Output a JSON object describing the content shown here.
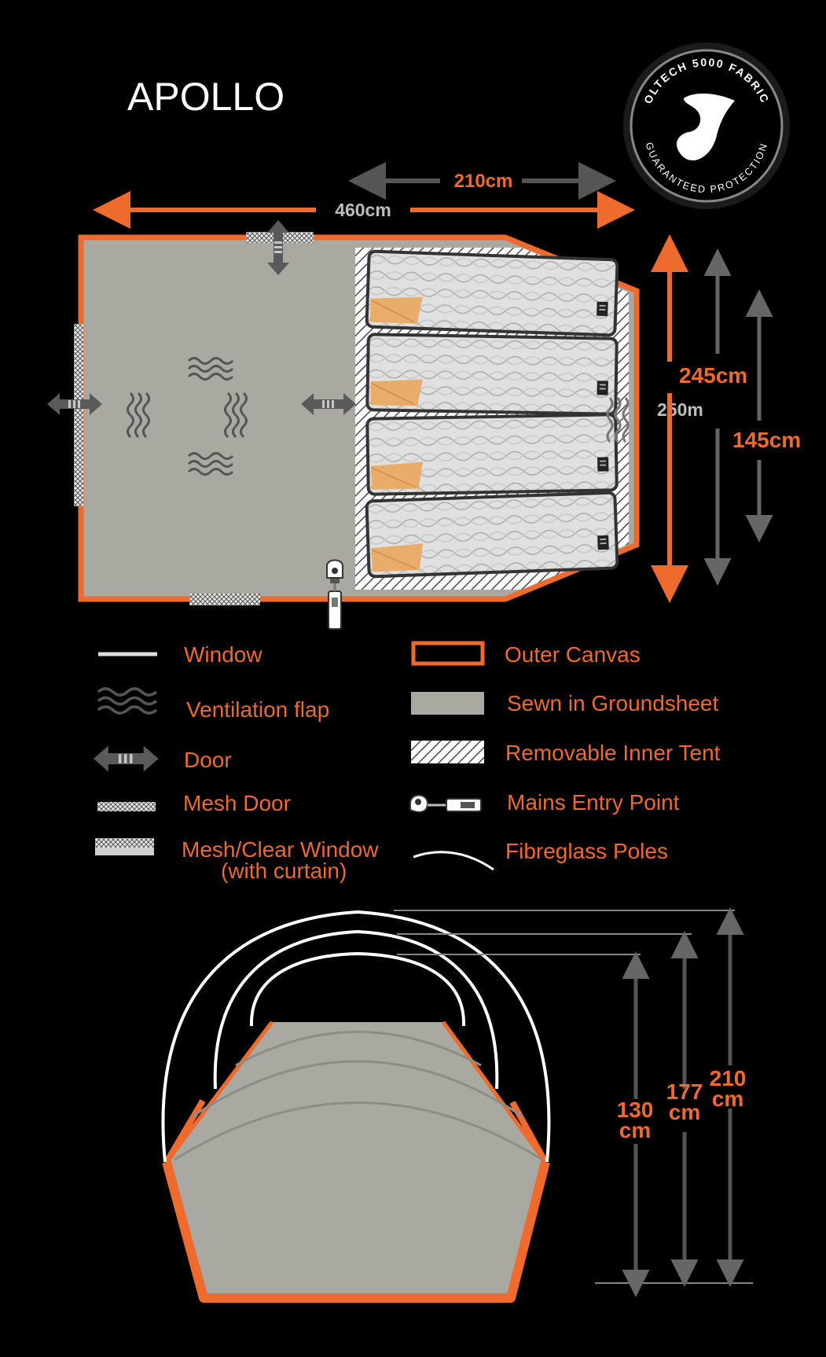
{
  "title": "APOLLO",
  "badge": {
    "top": "OLTECH 5000 FABRIC",
    "bottom": "GUARANTEED PROTECTION"
  },
  "plan": {
    "length": "460cm",
    "bedroom_length": "210cm",
    "height_side": "250m",
    "width_outer": "245cm",
    "width_inner": "145cm"
  },
  "legend": {
    "window": "Window",
    "ventilation": "Ventilation flap",
    "door": "Door",
    "mesh_door": "Mesh Door",
    "mesh_window_1": "Mesh/Clear Window",
    "mesh_window_2": "(with curtain)",
    "outer_canvas": "Outer Canvas",
    "groundsheet": "Sewn in Groundsheet",
    "inner_tent": "Removable Inner Tent",
    "mains": "Mains Entry Point",
    "poles": "Fibreglass Poles"
  },
  "heights": [
    {
      "value": "130",
      "unit": "cm"
    },
    {
      "value": "177",
      "unit": "cm"
    },
    {
      "value": "210",
      "unit": "cm"
    }
  ],
  "colors": {
    "accent": "#ee6a2d",
    "groundsheet": "#aaa9a1",
    "background": "#000000"
  }
}
